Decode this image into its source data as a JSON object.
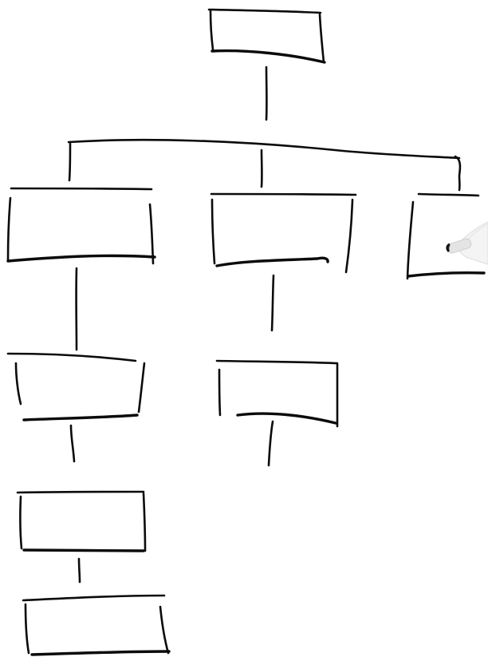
{
  "diagram": {
    "type": "hand-drawn hierarchy / org chart on whiteboard",
    "ink_color": "#0b0b0b",
    "background_color": "#ffffff",
    "nodes": [
      {
        "id": "root",
        "label": ""
      },
      {
        "id": "level1-left",
        "label": ""
      },
      {
        "id": "level1-middle",
        "label": ""
      },
      {
        "id": "level1-right",
        "label": ""
      },
      {
        "id": "level2-left",
        "label": ""
      },
      {
        "id": "level2-middle",
        "label": ""
      },
      {
        "id": "level3-left",
        "label": ""
      },
      {
        "id": "level4-left",
        "label": ""
      }
    ],
    "edges": [
      {
        "from": "root",
        "to": "level1-left"
      },
      {
        "from": "root",
        "to": "level1-middle"
      },
      {
        "from": "root",
        "to": "level1-right"
      },
      {
        "from": "level1-left",
        "to": "level2-left"
      },
      {
        "from": "level1-middle",
        "to": "level2-middle"
      },
      {
        "from": "level2-left",
        "to": "level3-left"
      },
      {
        "from": "level3-left",
        "to": "level4-left"
      }
    ],
    "dangling_connectors": [
      "below-level2-left",
      "below-level2-middle"
    ],
    "marker_hand": "marker-hand-icon"
  }
}
